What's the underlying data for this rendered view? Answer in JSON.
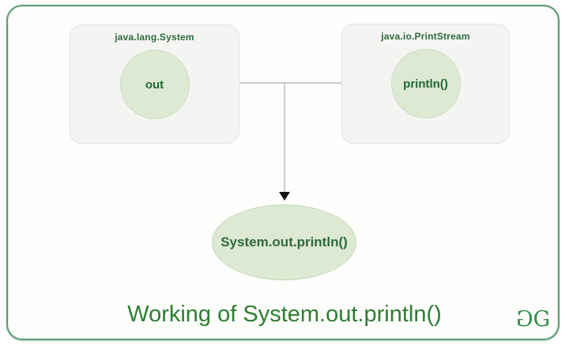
{
  "caption": "Working of System.out.println()",
  "boxes": [
    {
      "title": "java.lang.System",
      "member": "out"
    },
    {
      "title": "java.io.PrintStream",
      "member": "println()"
    }
  ],
  "result": {
    "label": "System.out.println()"
  },
  "logo": {
    "left_glyph": "G",
    "right_glyph": "G"
  },
  "colors": {
    "frame_border": "#5e9a78",
    "box_fill": "#f4f4f2",
    "box_border": "#e2e2df",
    "circle_fill": "#dde9d2",
    "ellipse_fill": "#dde9d3",
    "member_text_green": "#1e6a33",
    "label_text_green": "#2d6a3f",
    "caption_green": "#2e7d32",
    "logo_green": "#2f8d46",
    "connector_gray": "#cccccb",
    "arrow_black": "#121212"
  }
}
